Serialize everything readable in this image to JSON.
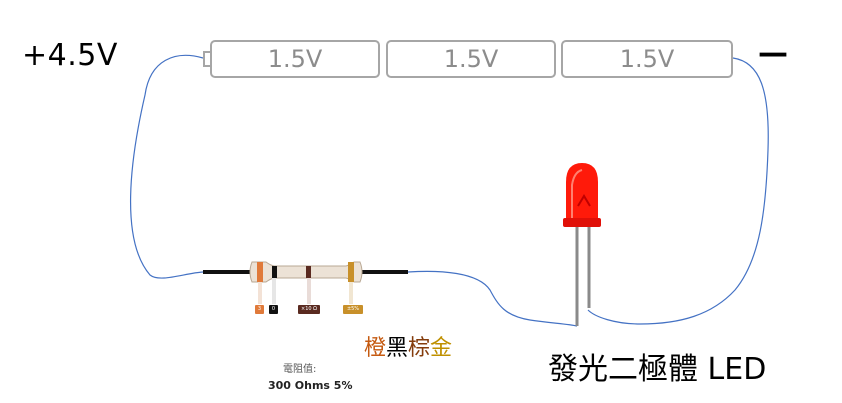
{
  "battery": {
    "positive_label": "+4.5V",
    "negative_label": "—",
    "cells": [
      "1.5V",
      "1.5V",
      "1.5V"
    ]
  },
  "resistor": {
    "band_tags": [
      "3",
      "0",
      "×10 Ω",
      "±5%"
    ],
    "color_code_words": [
      "橙",
      "黑",
      "棕",
      "金"
    ],
    "color_code_colors": [
      "#c55a11",
      "#000000",
      "#843c0c",
      "#bf9000"
    ],
    "band_colors": [
      "#e07a3a",
      "#111111",
      "#5a2a20",
      "#c8902a"
    ],
    "title": "電阻值:",
    "value": "300 Ohms 5%"
  },
  "led": {
    "label": "發光二極體 LED",
    "color": "#ff1a0a"
  },
  "wire_color": "#4472c4"
}
